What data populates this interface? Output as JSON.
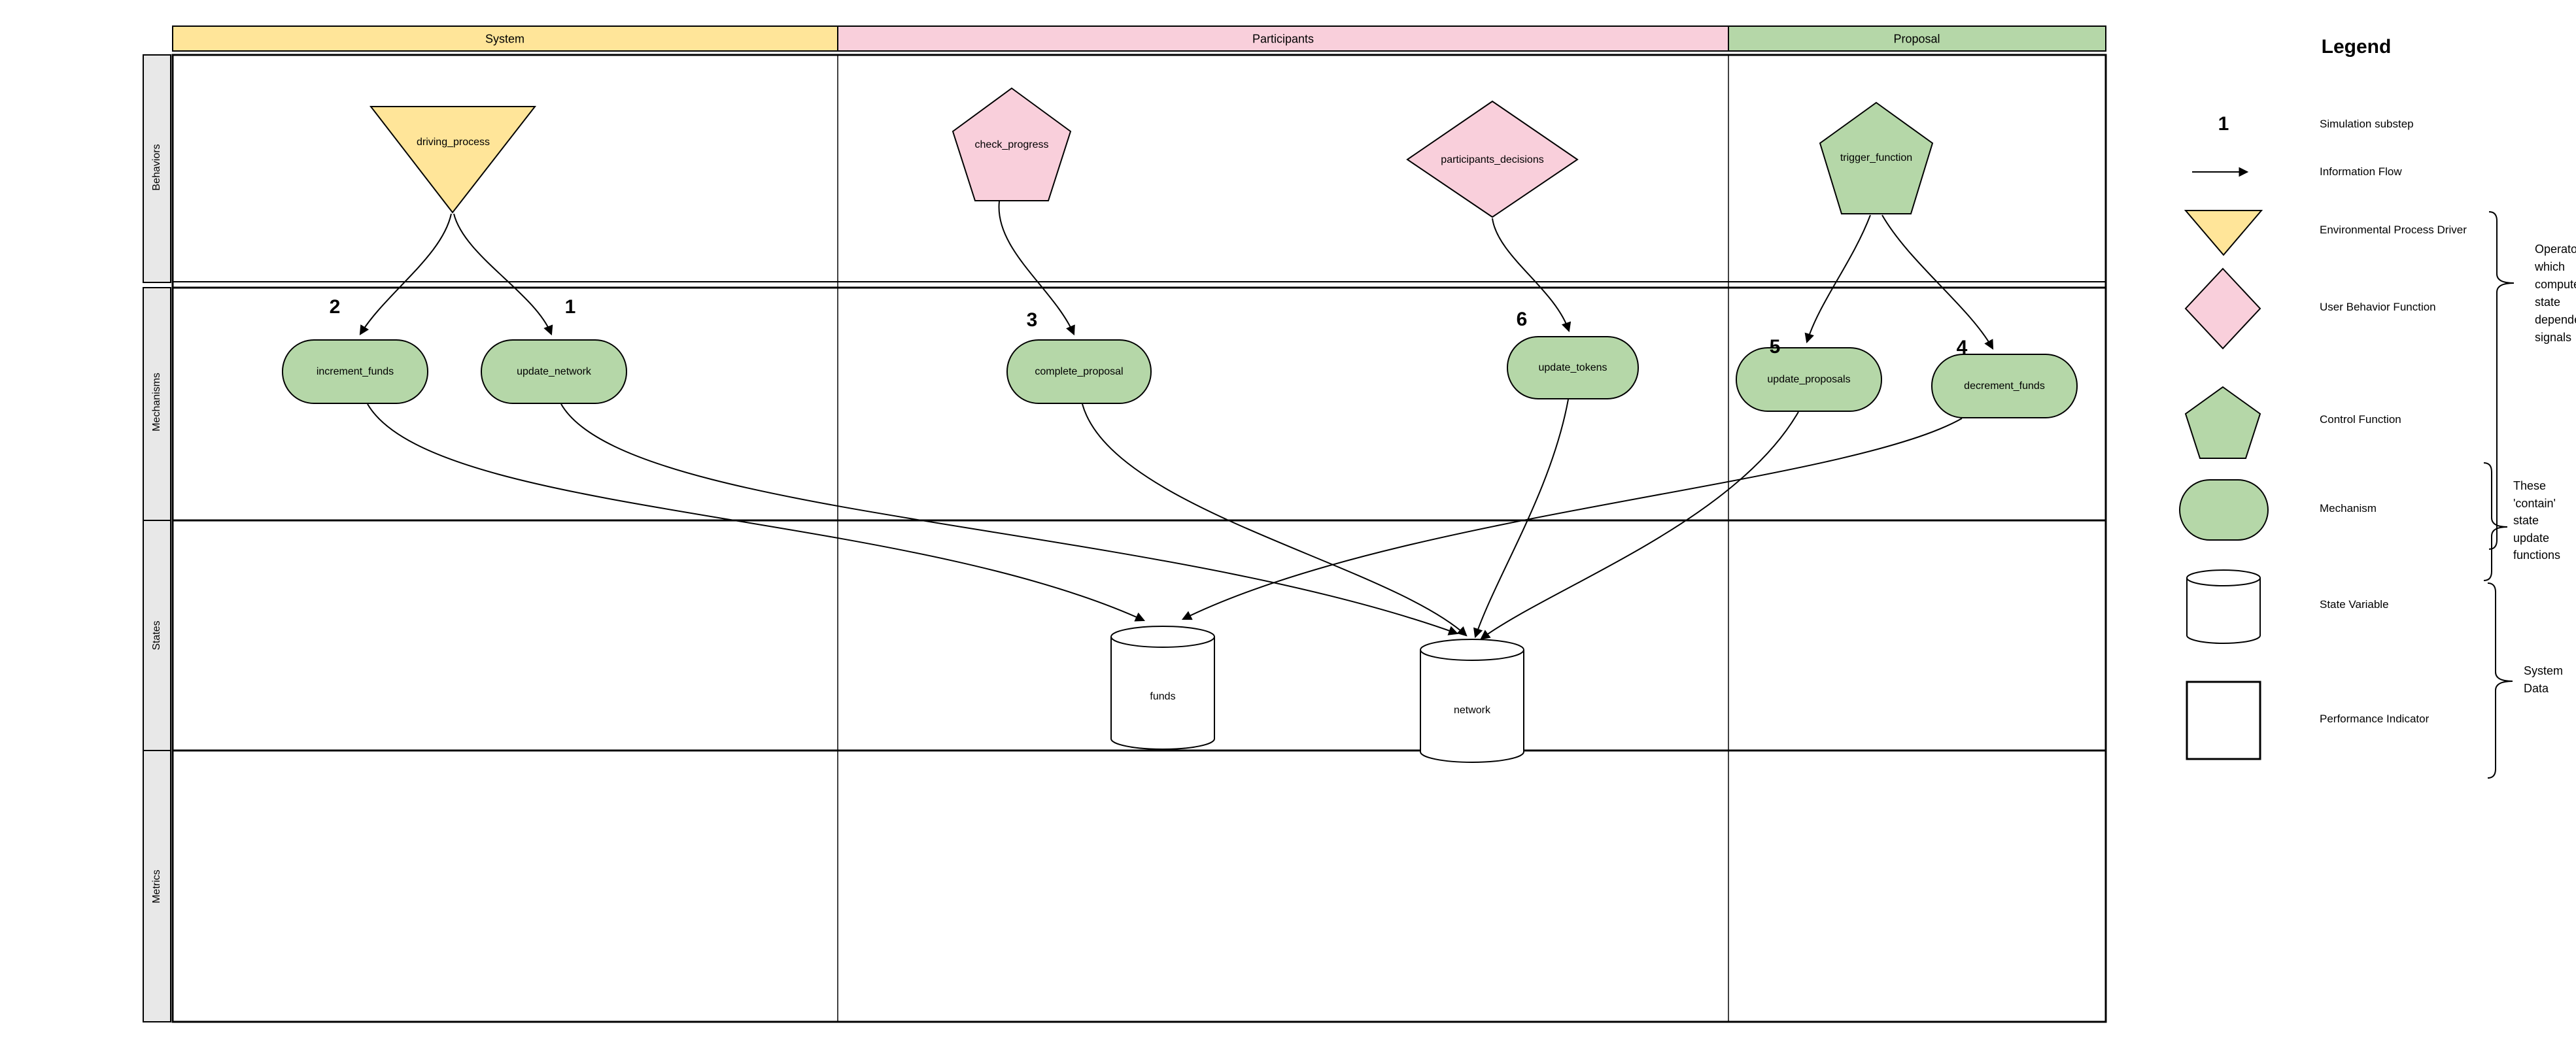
{
  "header": {
    "columns": [
      {
        "label": "System",
        "color": "#ffe599"
      },
      {
        "label": "Participants",
        "color": "#f9cfdb"
      },
      {
        "label": "Proposal",
        "color": "#b5d7a8"
      }
    ]
  },
  "rows": [
    {
      "label": "Behaviors"
    },
    {
      "label": "Mechanisms"
    },
    {
      "label": "States"
    },
    {
      "label": "Metrics"
    }
  ],
  "nodes": {
    "driving_process": {
      "label": "driving_process",
      "type": "environmental-process-driver",
      "column": "System",
      "row": "Behaviors"
    },
    "check_progress": {
      "label": "check_progress",
      "type": "user-behavior-function",
      "column": "Participants",
      "row": "Behaviors"
    },
    "participants_decisions": {
      "label": "participants_decisions",
      "type": "user-behavior-function",
      "column": "Participants",
      "row": "Behaviors"
    },
    "trigger_function": {
      "label": "trigger_function",
      "type": "control-function",
      "column": "Proposal",
      "row": "Behaviors"
    },
    "increment_funds": {
      "label": "increment_funds",
      "type": "mechanism",
      "substep": "2",
      "column": "System",
      "row": "Mechanisms"
    },
    "update_network": {
      "label": "update_network",
      "type": "mechanism",
      "substep": "1",
      "column": "System",
      "row": "Mechanisms"
    },
    "complete_proposal": {
      "label": "complete_proposal",
      "type": "mechanism",
      "substep": "3",
      "column": "Participants",
      "row": "Mechanisms"
    },
    "update_tokens": {
      "label": "update_tokens",
      "type": "mechanism",
      "substep": "6",
      "column": "Participants",
      "row": "Mechanisms"
    },
    "update_proposals": {
      "label": "update_proposals",
      "type": "mechanism",
      "substep": "5",
      "column": "Proposal",
      "row": "Mechanisms"
    },
    "decrement_funds": {
      "label": "decrement_funds",
      "type": "mechanism",
      "substep": "4",
      "column": "Proposal",
      "row": "Mechanisms"
    },
    "funds": {
      "label": "funds",
      "type": "state-variable",
      "row": "States"
    },
    "network": {
      "label": "network",
      "type": "state-variable",
      "row": "States"
    }
  },
  "flows": [
    {
      "from": "driving_process",
      "to": "update_network",
      "substep": "1"
    },
    {
      "from": "driving_process",
      "to": "increment_funds",
      "substep": "2"
    },
    {
      "from": "check_progress",
      "to": "complete_proposal",
      "substep": "3"
    },
    {
      "from": "trigger_function",
      "to": "decrement_funds",
      "substep": "4"
    },
    {
      "from": "trigger_function",
      "to": "update_proposals",
      "substep": "5"
    },
    {
      "from": "participants_decisions",
      "to": "update_tokens",
      "substep": "6"
    },
    {
      "from": "increment_funds",
      "to": "funds"
    },
    {
      "from": "decrement_funds",
      "to": "funds"
    },
    {
      "from": "update_network",
      "to": "network"
    },
    {
      "from": "complete_proposal",
      "to": "network"
    },
    {
      "from": "update_tokens",
      "to": "network"
    },
    {
      "from": "update_proposals",
      "to": "network"
    }
  ],
  "legend": {
    "title": "Legend",
    "substep_icon_value": "1",
    "items": [
      {
        "icon": "substep-number",
        "label": "Simulation substep"
      },
      {
        "icon": "arrow",
        "label": "Information Flow"
      },
      {
        "icon": "triangle-down",
        "label": "Environmental Process Driver"
      },
      {
        "icon": "diamond",
        "label": "User Behavior Function"
      },
      {
        "icon": "pentagon",
        "label": "Control Function"
      },
      {
        "icon": "pill",
        "label": "Mechanism"
      },
      {
        "icon": "cylinder",
        "label": "State Variable"
      },
      {
        "icon": "square",
        "label": "Performance Indicator"
      }
    ],
    "notes": {
      "operators": [
        "Operators",
        "which",
        "compute",
        "state",
        "dependent",
        "signals"
      ],
      "contain": [
        "These",
        "'contain'",
        "state",
        "update",
        "functions"
      ],
      "system_data": [
        "System",
        "Data"
      ]
    }
  },
  "colors": {
    "environmental_yellow": "#ffe599",
    "behavior_pink": "#f9cfdb",
    "mechanism_green": "#b5d7a8",
    "row_label_gray": "#e8e8e8",
    "line_black": "#000000",
    "state_white": "#ffffff"
  }
}
